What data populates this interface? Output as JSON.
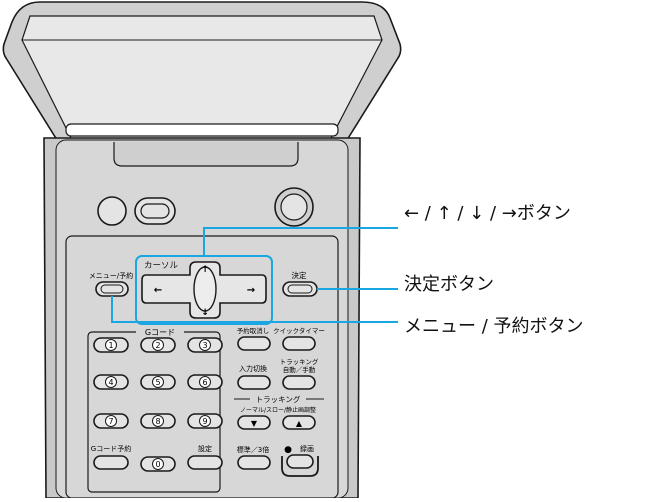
{
  "remote": {
    "cursor_group_label": "カーソル",
    "cursor_arrows": {
      "up": "↑",
      "down": "↓",
      "left": "←",
      "right": "→"
    },
    "menu_reserve_label": "メニュー/予約",
    "enter_label": "決定",
    "gcode_header": "Gコード",
    "digits": [
      "1",
      "2",
      "3",
      "4",
      "5",
      "6",
      "7",
      "8",
      "9",
      "0"
    ],
    "reserve_cancel_label": "予約取消し",
    "quick_timer_label": "クイックタイマー",
    "input_switch_label": "入力切換",
    "tracking_auto_manual_label": [
      "トラッキング",
      "自動／手動"
    ],
    "tracking_header": "トラッキング",
    "tracking_sub_label": "ノーマル/スロー/静止画調整",
    "tracking_down_glyph": "▼",
    "tracking_up_glyph": "▲",
    "gcode_reserve_label": "Gコード予約",
    "settings_label": "設定",
    "speed_label": "標準／3倍",
    "record_dot": "●",
    "record_label": "録画"
  },
  "callouts": {
    "cursor_buttons": "← / ↑ / ↓ / →ボタン",
    "enter_button": "決定ボタン",
    "menu_reserve_button": "メニュー / 予約ボタン"
  },
  "colors": {
    "body_fill": "#c9c9c9",
    "panel_fill": "#d9d9d9",
    "leader_line": "#1aa6e0",
    "outline": "#1a1a1a",
    "button_light": "#e4e4e4"
  }
}
